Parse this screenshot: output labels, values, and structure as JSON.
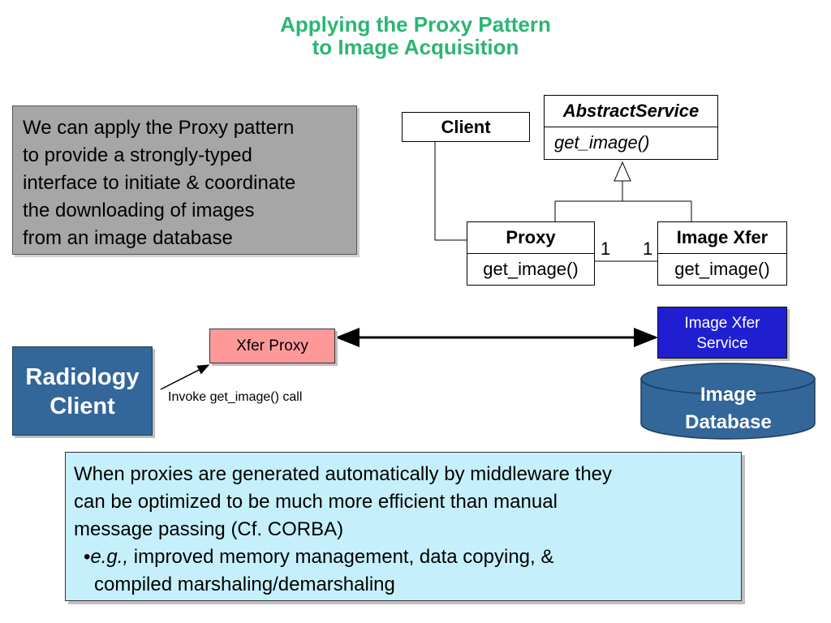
{
  "title": {
    "line1": "Applying the Proxy Pattern",
    "line2": "to Image Acquisition"
  },
  "intro": {
    "lines": [
      "We can apply the Proxy pattern",
      "to provide a strongly-typed",
      "interface to initiate & coordinate",
      "the downloading of images",
      "from an image database"
    ]
  },
  "uml": {
    "client": {
      "name": "Client"
    },
    "abstract_service": {
      "name": "AbstractService",
      "operation": "get_image()"
    },
    "proxy": {
      "name": "Proxy",
      "operation": "get_image()"
    },
    "image_xfer": {
      "name": "Image Xfer",
      "operation": "get_image()"
    },
    "multiplicity_left": "1",
    "multiplicity_right": "1"
  },
  "runtime": {
    "radiology_client": {
      "line1": "Radiology",
      "line2": "Client"
    },
    "xfer_proxy": "Xfer Proxy",
    "xfer_service": {
      "line1": "Image Xfer",
      "line2": "Service"
    },
    "database": {
      "line1": "Image",
      "line2": "Database"
    },
    "invoke_label": "Invoke get_image() call"
  },
  "note": {
    "lines": [
      "When proxies are generated automatically by middleware they",
      "can be optimized to be much more efficient than manual",
      "message passing (Cf. CORBA)"
    ],
    "bullet": "•",
    "bullet_italic": "e.g.,",
    "bullet_rest": " improved memory management, data copying, &",
    "bullet_line2": "compiled marshaling/demarshaling"
  },
  "colors": {
    "title": "#2bb673",
    "intro_bg": "#a6a6a6",
    "xfer_proxy_bg": "#ff9999",
    "xfer_service_bg": "#1f1fd1",
    "radiology_bg": "#336699",
    "database_bg": "#336699",
    "note_bg": "#c5f0fb"
  }
}
